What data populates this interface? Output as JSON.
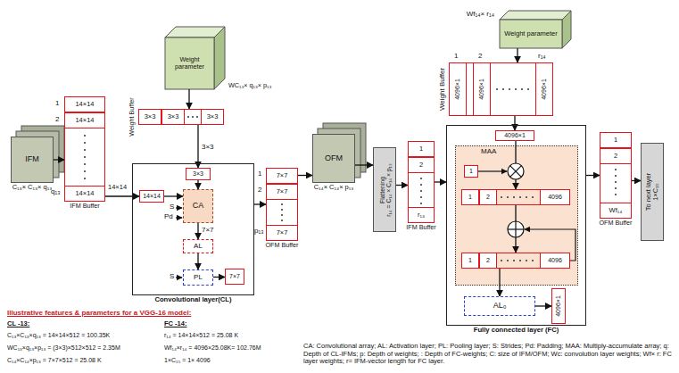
{
  "diagram": {
    "nodes": [
      {
        "text": [
          "IFM",
          "C₁₃× C₁₃× q₁₃"
        ]
      },
      {
        "text": [
          "IFM Buffer"
        ]
      },
      {
        "text": [
          "14×14"
        ],
        "in": 1
      },
      {
        "text": [
          "14×14"
        ],
        "in": 1
      },
      {
        "text": [
          "14×14"
        ],
        "in": 1
      },
      {
        "text": [
          "Weight parameter",
          "WC₁₃× q₁₃× p₁₃"
        ]
      },
      {
        "text": [
          "Weight Buffer"
        ]
      },
      {
        "text": [
          "3×3"
        ],
        "in": 6
      },
      {
        "text": [
          "3×3"
        ],
        "in": 6
      },
      {
        "text": [
          "3×3"
        ],
        "in": 6
      },
      {
        "text": [
          "Convolutional layer(CL)"
        ]
      },
      {
        "text": [
          "3×3"
        ],
        "in": 10
      },
      {
        "text": [
          "CA"
        ],
        "in": 10
      },
      {
        "text": [
          "14×14"
        ],
        "in": 10
      },
      {
        "text": [
          "AL"
        ],
        "in": 10
      },
      {
        "text": [
          "PL"
        ],
        "in": 10
      },
      {
        "text": [
          "7×7"
        ],
        "in": 10
      },
      {
        "text": [
          "OFM Buffer"
        ]
      },
      {
        "text": [
          "7×7"
        ],
        "in": 17
      },
      {
        "text": [
          "7×7"
        ],
        "in": 17
      },
      {
        "text": [
          "7×7"
        ],
        "in": 17
      },
      {
        "text": [
          "OFM",
          "C₁₄× C₁₄× p₁₃"
        ]
      },
      {
        "text": [
          "Flattening",
          "r₁₄ = C₁₄ × C₁₄ × p₁₃"
        ]
      },
      {
        "text": [
          "IFM Buffer"
        ]
      },
      {
        "text": [
          "1"
        ],
        "in": 23
      },
      {
        "text": [
          "2"
        ],
        "in": 23
      },
      {
        "text": [
          "r₁₄"
        ],
        "in": 23
      },
      {
        "text": [
          "Weight parameter",
          "Wf₁₄× r₁₄"
        ]
      },
      {
        "text": [
          "Weight Buffer"
        ]
      },
      {
        "text": [
          "4096×1"
        ],
        "in": 28
      },
      {
        "text": [
          "4096×1"
        ],
        "in": 28
      },
      {
        "text": [
          "4096×1"
        ],
        "in": 28
      },
      {
        "text": [
          "Fully connected layer (FC)"
        ]
      },
      {
        "text": [
          "4096×1"
        ],
        "in": 32
      },
      {
        "text": [
          "MAA"
        ],
        "in": 32
      },
      {
        "text": [
          "1"
        ],
        "in": 34
      },
      {
        "text": [],
        "in": 34
      },
      {
        "text": [
          "1"
        ],
        "in": 36
      },
      {
        "text": [
          "2"
        ],
        "in": 36
      },
      {
        "text": [
          "4096"
        ],
        "in": 36
      },
      {
        "text": [],
        "in": 34
      },
      {
        "text": [
          "1"
        ],
        "in": 40
      },
      {
        "text": [
          "2"
        ],
        "in": 40
      },
      {
        "text": [
          "4096"
        ],
        "in": 40
      },
      {
        "text": [
          "AL₀"
        ],
        "in": 32
      },
      {
        "text": [
          "4096×1"
        ],
        "in": 32
      },
      {
        "text": [
          "OFM Buffer"
        ]
      },
      {
        "text": [
          "1"
        ],
        "in": 46
      },
      {
        "text": [
          "2"
        ],
        "in": 46
      },
      {
        "text": [
          "Wf₁₄"
        ],
        "in": 46
      },
      {
        "text": [
          "To next layer",
          "1×C₁₅"
        ]
      }
    ],
    "edges": [
      {
        "from": 0,
        "to": 1,
        "arrow": "to"
      },
      {
        "from": 5,
        "to": 6,
        "arrow": "to"
      },
      {
        "from": 6,
        "to": 11,
        "arrow": "to"
      },
      {
        "from": 1,
        "to": 13,
        "arrow": "to"
      },
      {
        "from": 11,
        "to": 12,
        "arrow": "to"
      },
      {
        "from": 13,
        "to": 12,
        "arrow": "to"
      },
      {
        "from": 12,
        "to": 14,
        "arrow": "to"
      },
      {
        "from": 14,
        "to": 15,
        "arrow": "to"
      },
      {
        "from": 15,
        "to": 16,
        "arrow": "to"
      },
      {
        "from": 10,
        "to": 17,
        "arrow": "to"
      },
      {
        "from": 17,
        "to": 21,
        "arrow": "to"
      },
      {
        "from": 21,
        "to": 22,
        "arrow": "to"
      },
      {
        "from": 22,
        "to": 23,
        "arrow": "to"
      },
      {
        "from": 27,
        "to": 28,
        "arrow": "to"
      },
      {
        "from": 28,
        "to": 33,
        "arrow": "to"
      },
      {
        "from": 23,
        "to": 32,
        "arrow": "to"
      },
      {
        "from": 33,
        "to": 36,
        "arrow": "to"
      },
      {
        "from": 36,
        "to": 40,
        "arrow": "to"
      },
      {
        "from": 40,
        "to": 44,
        "arrow": "to"
      },
      {
        "from": 44,
        "to": 45,
        "arrow": "to"
      },
      {
        "from": 32,
        "to": 46,
        "arrow": "to"
      },
      {
        "from": 46,
        "to": 50,
        "arrow": "to"
      }
    ],
    "labels": [
      "1",
      "2",
      "q₁₃",
      "Pd",
      "S",
      "7×7",
      "S",
      "3×3",
      "14×14",
      "1",
      "2",
      "p₁₃",
      "1",
      "2",
      "r₁₄",
      "Illustrative features & parameters for a VGG-16 model:",
      "CL -13:",
      "C₁₃×C₁₃×q₁₃ = 14×14×512 = 100.35K",
      "WC₁₃×q₁₃×p₁₃ = (3×3)×512×512 = 2.35M",
      "C₁₄×C₁₄×p₁₃ = 7×7×512 = 25.08 K",
      "FC -14:",
      "r₁₄ = 14×14×512 = 25.08 K",
      "Wf₁₄×r₁₄ = 4096×25.08K= 102.76M",
      "1×C₁₅ = 1× 4096",
      "CA: Convolutional array; AL: Activation layer; PL: Pooling layer; S: Strides; Pd: Padding; MAA: Multiply-accumulate array; q: Depth of CL-IFMs; p: Depth of weights; : Depth of FC-weights; C: size of IFM/OFM; Wc: convolution layer weights; Wf× r: FC layer weights; r= IFM-vector length for FC layer."
    ]
  }
}
